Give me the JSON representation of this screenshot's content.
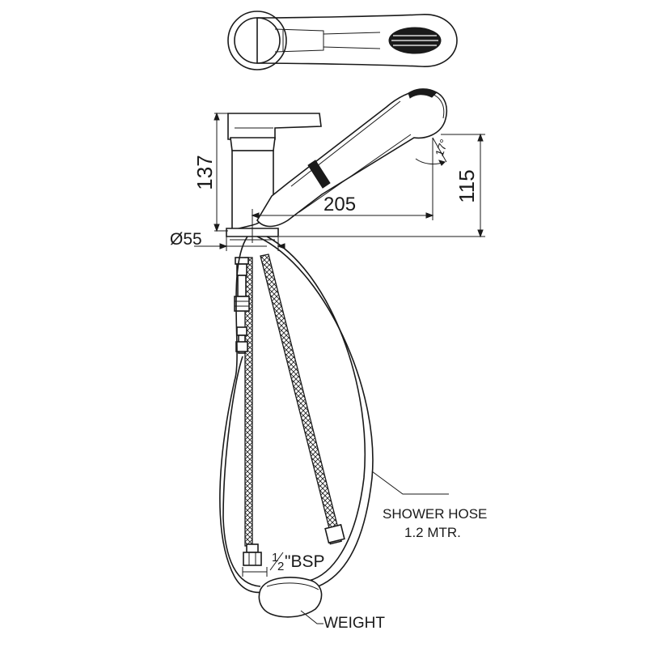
{
  "dimensions": {
    "height_body": "137",
    "base_diameter": "Ø55",
    "spout_reach": "205",
    "spray_height": "115",
    "spray_angle": "17°"
  },
  "labels": {
    "thread_fraction_num": "1",
    "thread_fraction_den": "2",
    "thread": "\"BSP",
    "hose_line1": "SHOWER HOSE",
    "hose_line2": "1.2 MTR.",
    "weight": "WEIGHT"
  }
}
